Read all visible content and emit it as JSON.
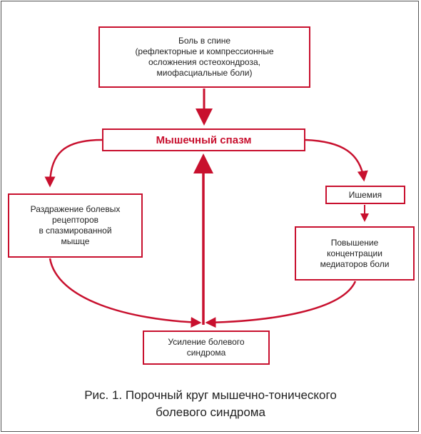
{
  "diagram": {
    "pain_box": {
      "lines": [
        "Боль в спине",
        "(рефлекторные и компрессионные",
        "осложнения остеохондроза,",
        "миофасциальные боли)"
      ]
    },
    "spasm_box": {
      "label": "Мышечный спазм"
    },
    "irritation_box": {
      "lines": [
        "Раздражение болевых",
        "рецепторов",
        "в спазмированной",
        "мышце"
      ]
    },
    "ischemia_box": {
      "label": "Ишемия"
    },
    "mediators_box": {
      "lines": [
        "Повышение",
        "концентрации",
        "медиаторов боли"
      ]
    },
    "pain_increase_box": {
      "lines": [
        "Усиление болевого",
        "синдрома"
      ]
    },
    "colors": {
      "accent": "#c8102e",
      "text": "#222222"
    }
  },
  "caption": {
    "line1": "Рис. 1. Порочный круг мышечно-тонического",
    "line2": "болевого синдрома"
  }
}
